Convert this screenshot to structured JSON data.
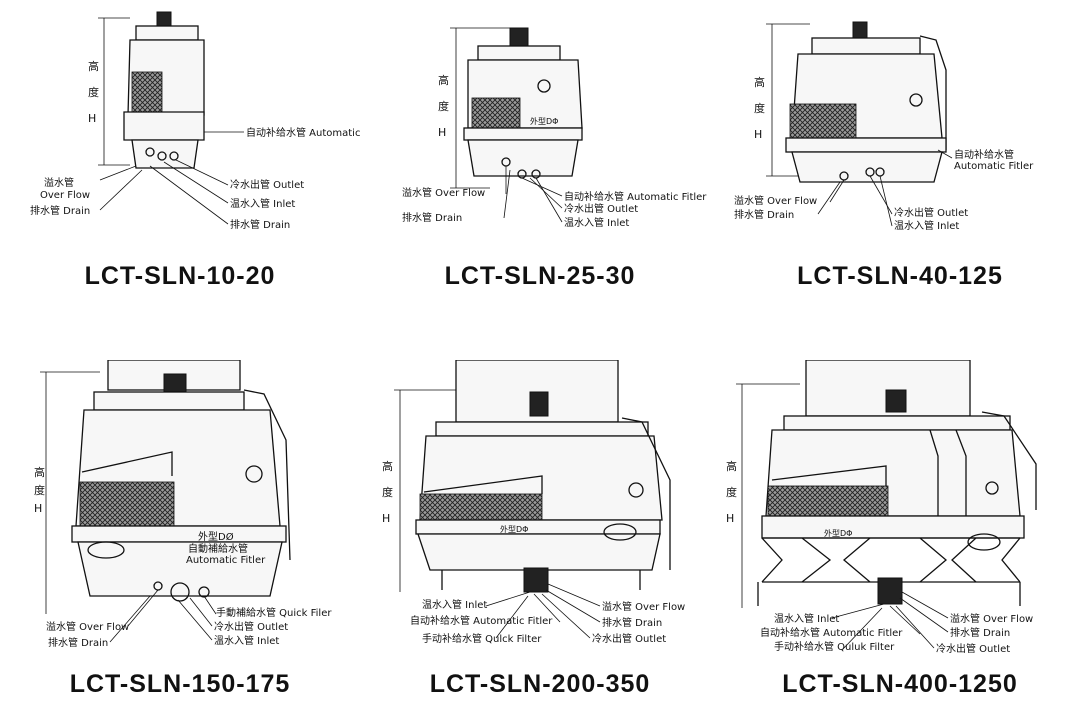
{
  "dims": {
    "height_label_chars": [
      "高",
      "度",
      "H"
    ],
    "diameter_label": "外型DΦ"
  },
  "panels": [
    {
      "model": "LCT-SLN-10-20",
      "labels": {
        "auto_fill": "自动补给水管 Automatic Fitler",
        "overflow_cn": "溢水管",
        "overflow_en": "Over Flow",
        "drain_left": "排水管 Drain",
        "outlet": "冷水出管 Outlet",
        "inlet": "温水入管 Inlet",
        "drain_right": "排水管 Drain"
      }
    },
    {
      "model": "LCT-SLN-25-30",
      "labels": {
        "overflow": "溢水管 Over Flow",
        "drain": "排水管 Drain",
        "auto_fill": "自动补给水管 Automatic Fitler",
        "outlet": "冷水出管 Outlet",
        "inlet": "温水入管 Inlet"
      }
    },
    {
      "model": "LCT-SLN-40-125",
      "labels": {
        "auto_fill_cn": "自动补给水管",
        "auto_fill_en": "Automatic Fitler",
        "overflow": "溢水管 Over Flow",
        "drain": "排水管 Drain",
        "outlet": "冷水出管 Outlet",
        "inlet": "温水入管 Inlet"
      }
    },
    {
      "model": "LCT-SLN-150-175",
      "labels": {
        "diameter": "外型DØ",
        "auto_fill_cn": "自動補給水管",
        "auto_fill_en": "Automatic Fitler",
        "overflow": "溢水管 Over Flow",
        "drain": "排水管 Drain",
        "quick_fill": "手動補給水管 Quick Filer",
        "outlet": "冷水出管 Outlet",
        "inlet": "溫水入管 Inlet"
      }
    },
    {
      "model": "LCT-SLN-200-350",
      "labels": {
        "inlet": "温水入管 Inlet",
        "auto_fill": "自动补给水管 Automatic Fitler",
        "quick_fill": "手动补给水管 Qulck Filter",
        "overflow": "溢水管 Over Flow",
        "drain": "排水管 Drain",
        "outlet": "冷水出管 Outlet"
      }
    },
    {
      "model": "LCT-SLN-400-1250",
      "labels": {
        "inlet": "温水入管 Inlet",
        "auto_fill": "自动补给水管 Automatic Fitler",
        "quick_fill": "手动补给水管 Quluk Filter",
        "overflow": "溢水管 Over Flow",
        "drain": "排水管 Drain",
        "outlet": "冷水出管 Outlet"
      }
    }
  ]
}
